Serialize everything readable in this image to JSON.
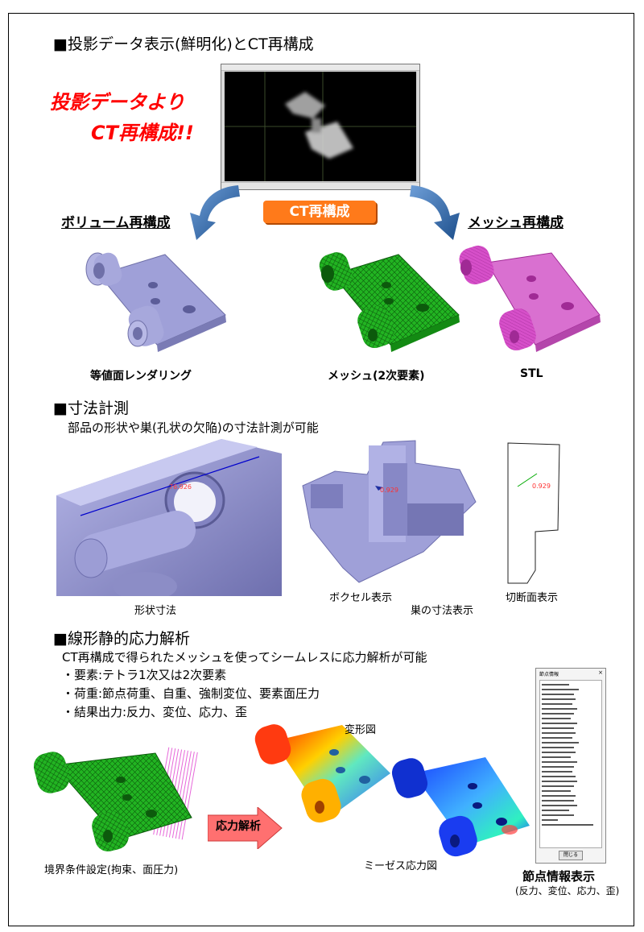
{
  "section1": {
    "heading": "■投影データ表示(鮮明化)とCT再構成",
    "slogan_line1": "投影データより",
    "slogan_line2": "CT再構成!!",
    "center_button": "CT再構成",
    "left_label": "ボリューム再構成",
    "right_label": "メッシュ再構成",
    "captions": [
      "等値面レンダリング",
      "メッシュ(2次要素)",
      "STL"
    ]
  },
  "section2": {
    "heading": "■寸法計測",
    "description": "部品の形状や巣(孔状の欠陥)の寸法計測が可能",
    "captions": [
      "形状寸法",
      "ボクセル表示",
      "巣の寸法表示",
      "切断面表示"
    ],
    "measure_values": [
      "76.926",
      "0.929",
      "0.929"
    ]
  },
  "section3": {
    "heading": "■線形静的応力解析",
    "description": "CT再構成で得られたメッシュを使ってシームレスに応力解析が可能",
    "bullets": [
      "・要素:テトラ1次又は2次要素",
      "・荷重:節点荷重、自重、強制変位、要素面圧力",
      "・結果出力:反力、変位、応力、歪"
    ],
    "arrow_label": "応力解析",
    "captions": {
      "boundary": "境界条件設定(拘束、面圧力)",
      "deform": "変形図",
      "mises": "ミーゼス応力図",
      "node_info": "節点情報表示",
      "node_info_sub": "(反力、変位、応力、歪)"
    },
    "popup": {
      "title": "節点情報",
      "button": "閉じる"
    }
  },
  "colors": {
    "slogan": "#ff0000",
    "ct_button": "#ff7a1a",
    "arrow_blue": "#2d6fb6",
    "mesh_green": "#22b422",
    "stl_magenta": "#d64fc9",
    "volume_lavender": "#9fa0d8",
    "stress_arrow": "#ff6a6a"
  }
}
